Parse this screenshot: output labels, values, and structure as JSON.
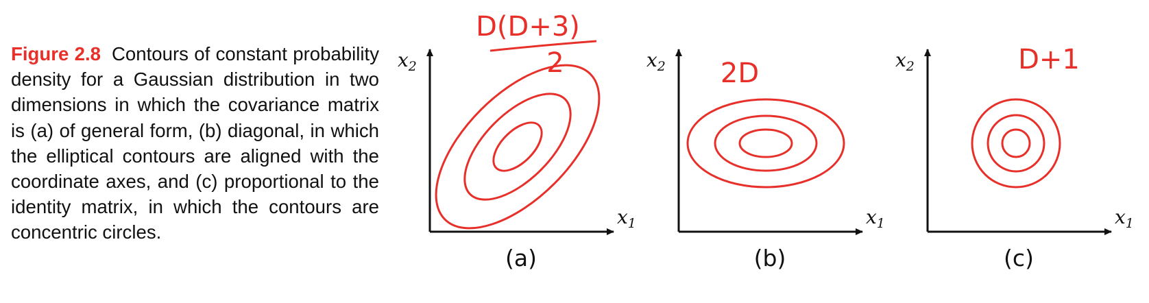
{
  "caption": {
    "label": "Figure 2.8",
    "text": "Contours of constant probability density for a Gaussian distribution in two dimensions in which the covariance matrix is (a) of general form, (b) diagonal, in which the elliptical contours are aligned with the coordinate axes, and (c) proportional to the identity matrix, in which the contours are concentric circles."
  },
  "axes": {
    "x_var": "x",
    "x_sub": "1",
    "y_var": "x",
    "y_sub": "2"
  },
  "panels": [
    {
      "label": "(a)",
      "annotation": "D(D+3)",
      "annotation_denominator": "2"
    },
    {
      "label": "(b)",
      "annotation": "2D"
    },
    {
      "label": "(c)",
      "annotation": "D+1"
    }
  ],
  "colors": {
    "contour": "#e8302a",
    "caption_label": "#e8302a",
    "axis": "#111111"
  }
}
